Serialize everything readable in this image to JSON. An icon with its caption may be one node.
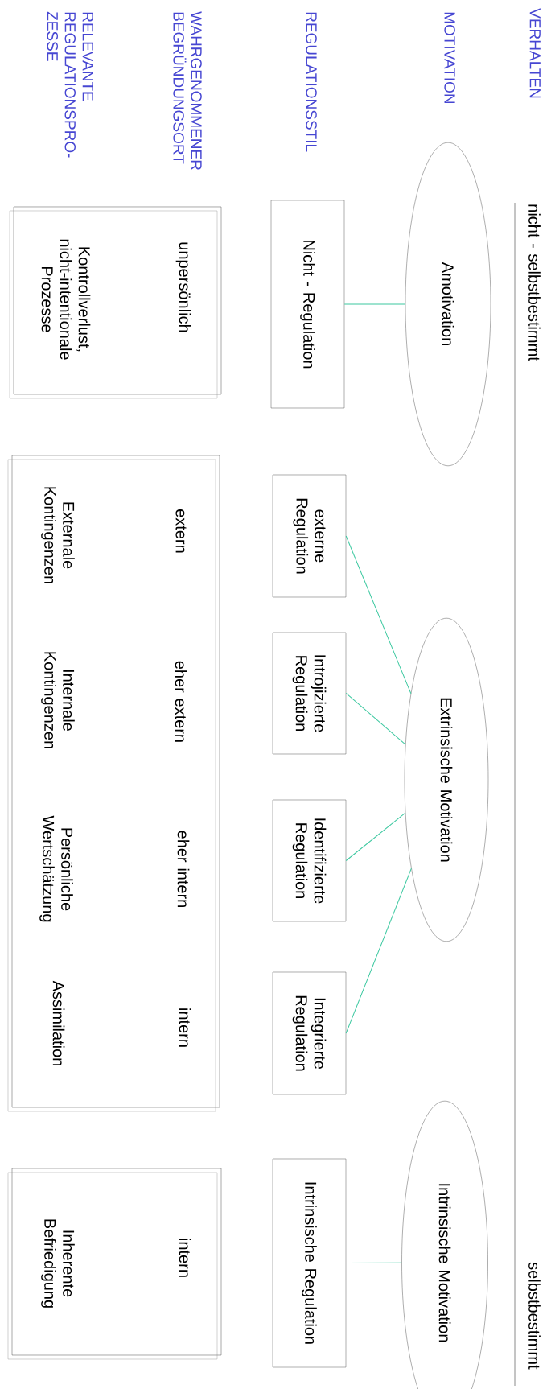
{
  "diagram": {
    "nodes": [
      {
        "text": [
          "Amotivation"
        ]
      },
      {
        "text": [
          "Extrinsische Motivation"
        ]
      },
      {
        "text": [
          "Intrinsische Motivation"
        ]
      },
      {
        "text": [
          "Nicht - Regulation"
        ]
      },
      {
        "text": [
          "externe Regulation"
        ]
      },
      {
        "text": [
          "Introjizierte Regulation"
        ]
      },
      {
        "text": [
          "Identifizierte Regulation"
        ]
      },
      {
        "text": [
          "Integrierte Regulation"
        ]
      },
      {
        "text": [
          "Intrinsische Regulation"
        ]
      },
      {
        "text": [
          "unpersönlich",
          "Kontrollverlust, nicht-intentionale Prozesse"
        ]
      },
      {
        "text": [
          "extern",
          "Externale Kontingenzen",
          "eher extern",
          "Internale Kontingenzen",
          "eher intern",
          "Persönliche Wertschätzung",
          "intern",
          "Assimilation"
        ]
      },
      {
        "text": [
          "intern",
          "Inherente Befriedigung"
        ]
      }
    ],
    "edges": [
      {
        "from": 0,
        "to": 3,
        "arrow": "none"
      },
      {
        "from": 1,
        "to": 4,
        "arrow": "none"
      },
      {
        "from": 1,
        "to": 5,
        "arrow": "none"
      },
      {
        "from": 1,
        "to": 6,
        "arrow": "none"
      },
      {
        "from": 1,
        "to": 7,
        "arrow": "none"
      },
      {
        "from": 2,
        "to": 8,
        "arrow": "none"
      }
    ],
    "labels": [
      "VERHALTEN",
      "nicht - selbstbestimmt",
      "selbstbestimmt",
      "MOTIVATION",
      "REGULATIONSSTIL",
      "WAHRGENOMMENER BEGRÜNDUNGSORT",
      "RELEVANTE REGULATIONSPRO- ZESSE"
    ]
  }
}
